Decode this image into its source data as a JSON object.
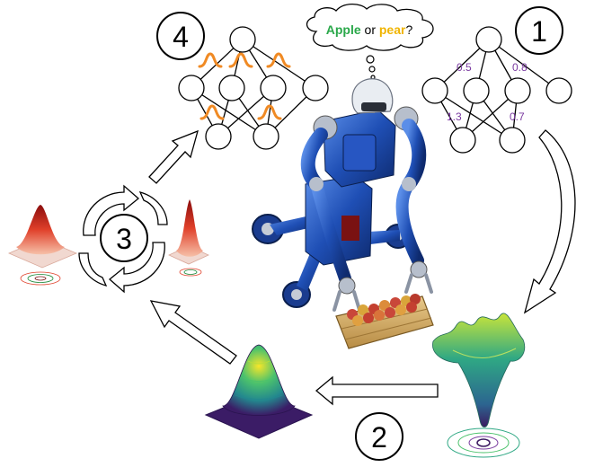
{
  "steps": {
    "one": "1",
    "two": "2",
    "three": "3",
    "four": "4"
  },
  "thought": {
    "apple": "Apple",
    "or": " or ",
    "pear": "pear",
    "question": "?"
  },
  "weights": {
    "w1": "0.5",
    "w2": "0.8",
    "w3": "1.3",
    "w4": "0.7"
  },
  "colors": {
    "apple": "#2aa84a",
    "pear": "#f0b400",
    "weight_text": "#7a3aa0",
    "bayes_curve": "#f08a24",
    "robot_blue": "#1f4fb5"
  }
}
